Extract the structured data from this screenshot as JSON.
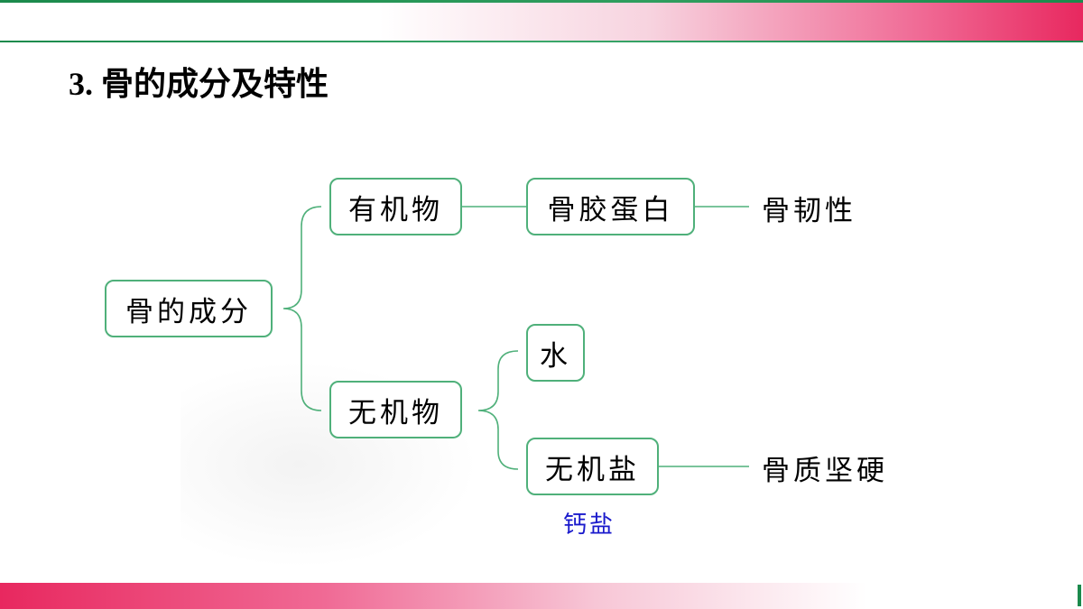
{
  "title": "3. 骨的成分及特性",
  "nodes": {
    "root": "骨的成分",
    "organic": "有机物",
    "collagen": "骨胶蛋白",
    "toughness": "骨韧性",
    "inorganic": "无机物",
    "water": "水",
    "salt": "无机盐",
    "hardness": "骨质坚硬",
    "calcium_note": "钙盐"
  },
  "colors": {
    "connector": "#4fb07a",
    "note": "#1a1acc",
    "accent_pink": "#e8285f",
    "accent_green": "#1b8a4c"
  }
}
